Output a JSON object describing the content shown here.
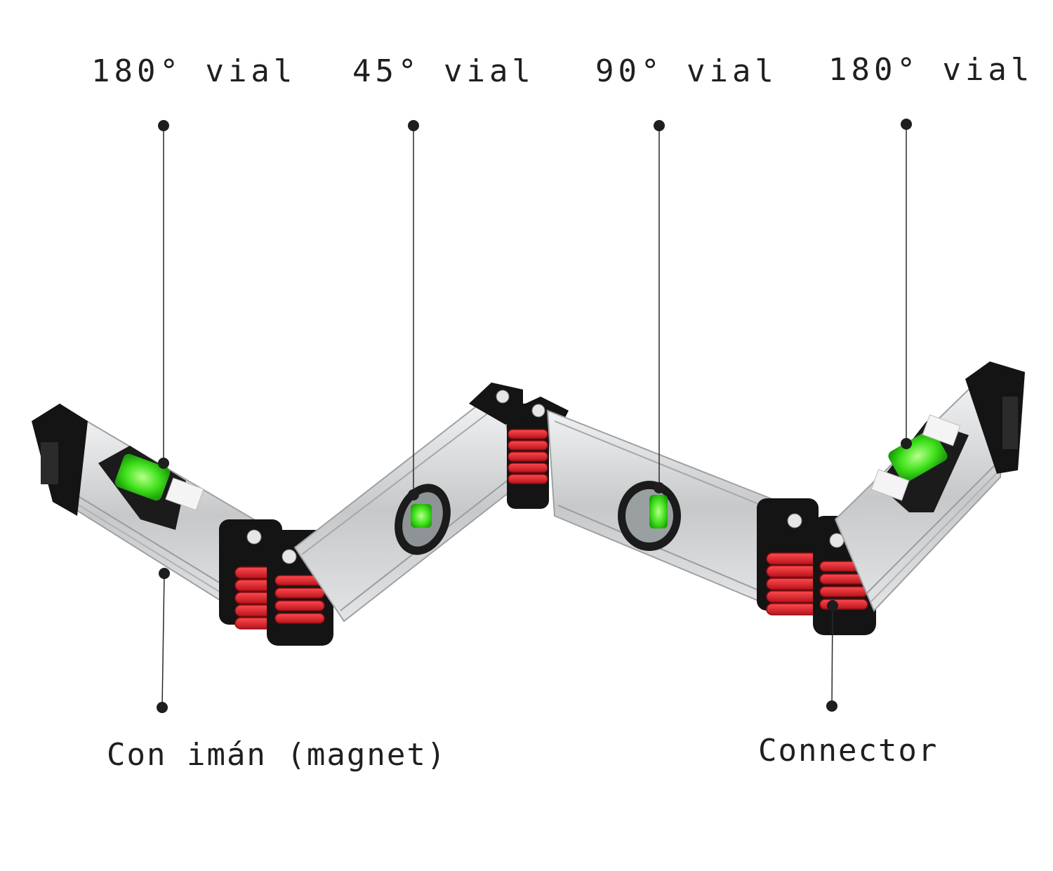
{
  "labels": {
    "vial_180_left": "180° vial",
    "vial_45": "45° vial",
    "vial_90": "90° vial",
    "vial_180_right": "180° vial",
    "magnet": "Con imán (magnet)",
    "connector": "Connector"
  },
  "colors": {
    "aluminum": "#c9cbcd",
    "aluminum_light": "#e6e7e8",
    "end_cap": "#141414",
    "hinge_red": "#e0222a",
    "bubble_green": "#39e01a",
    "leader_line": "#2a2a2a"
  }
}
